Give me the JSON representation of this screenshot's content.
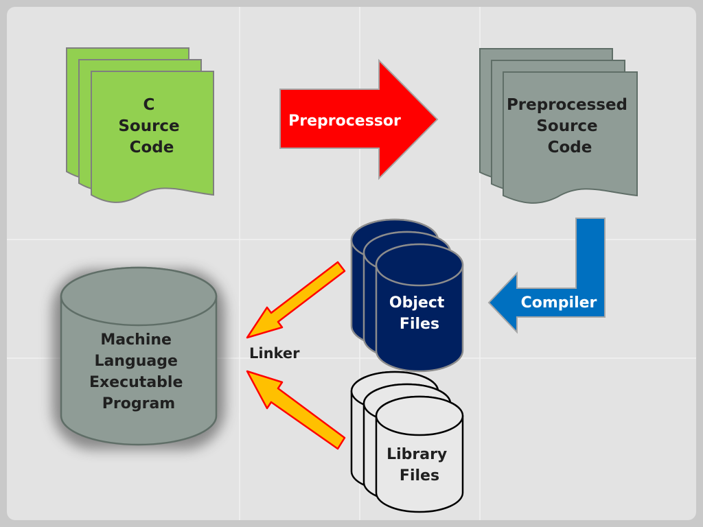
{
  "source": {
    "lines": [
      "C",
      "Source",
      "Code"
    ],
    "color": "#92d050"
  },
  "preprocessor": {
    "label": "Preprocessor",
    "color": "#ff0000"
  },
  "preprocessed": {
    "lines": [
      "Preprocessed",
      "Source",
      "Code"
    ],
    "color": "#8f9c96"
  },
  "compiler": {
    "label": "Compiler",
    "color": "#0070c0"
  },
  "object_files": {
    "lines": [
      "Object",
      "Files"
    ],
    "color": "#002060"
  },
  "library_files": {
    "lines": [
      "Library",
      "Files"
    ],
    "color": "#e8e8e8"
  },
  "linker": {
    "label": "Linker",
    "arrow_color": "#ffc000"
  },
  "executable": {
    "lines": [
      "Machine",
      "Language",
      "Executable",
      "Program"
    ],
    "color": "#8f9c96"
  }
}
